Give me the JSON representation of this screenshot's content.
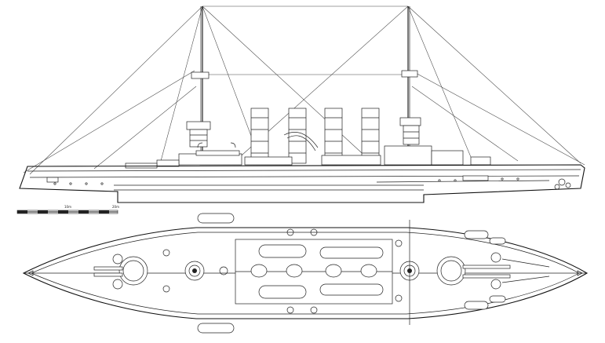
{
  "drawing": {
    "title": "",
    "views": [
      "side-profile",
      "top-plan"
    ],
    "scale_bar": {
      "labels": [
        "",
        "10m",
        "20m"
      ],
      "segments": 10
    },
    "funnels": 4,
    "masts": 2,
    "line_color": "#222222",
    "background": "#ffffff"
  }
}
